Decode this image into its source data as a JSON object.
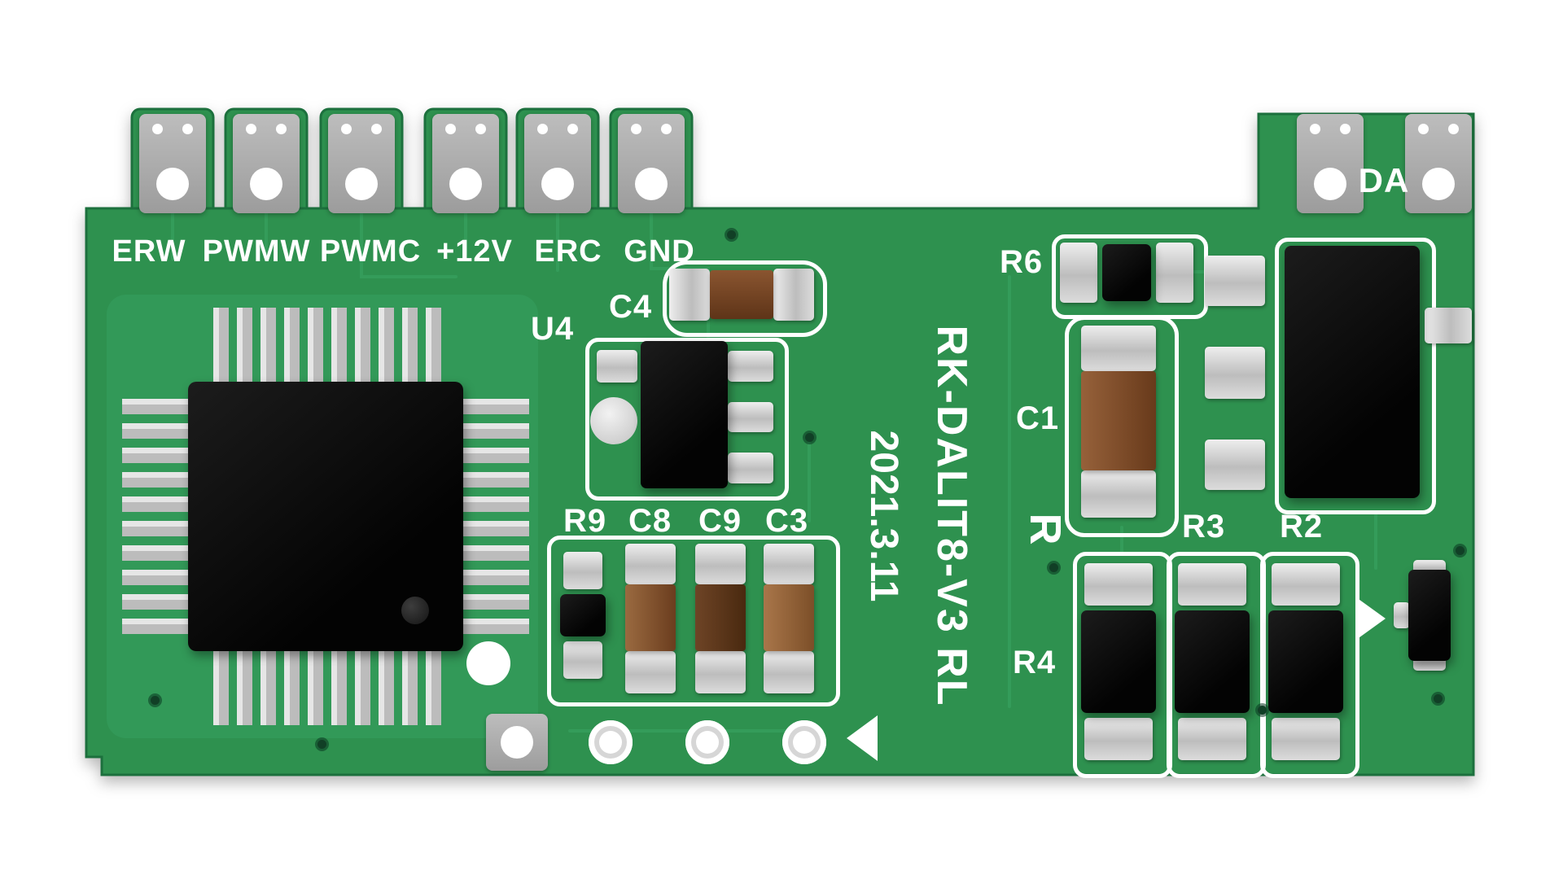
{
  "colors": {
    "board_green": "#2e9150",
    "pour_green": "#37a261",
    "trace_green": "#3aa664",
    "silkscreen_white": "#ffffff",
    "pad_silver": "#d7d7d7",
    "terminal_gray": "#a9a9a9",
    "ic_black": "#0a0a0a",
    "capacitor_brown": "#7a4a28"
  },
  "silkscreen": {
    "pin_labels": [
      "ERW",
      "PWMW",
      "PWMC",
      "+12V",
      "ERC",
      "GND"
    ],
    "da_label": "DA",
    "model": "RK-DALIT8-V3 RL",
    "date": "2021.3.11",
    "refdes": {
      "u4": "U4",
      "c4": "C4",
      "r9": "R9",
      "c8": "C8",
      "c9": "C9",
      "c3": "C3",
      "r6": "R6",
      "c1": "C1",
      "r": "R",
      "r3": "R3",
      "r2": "R2",
      "r4": "R4"
    }
  }
}
